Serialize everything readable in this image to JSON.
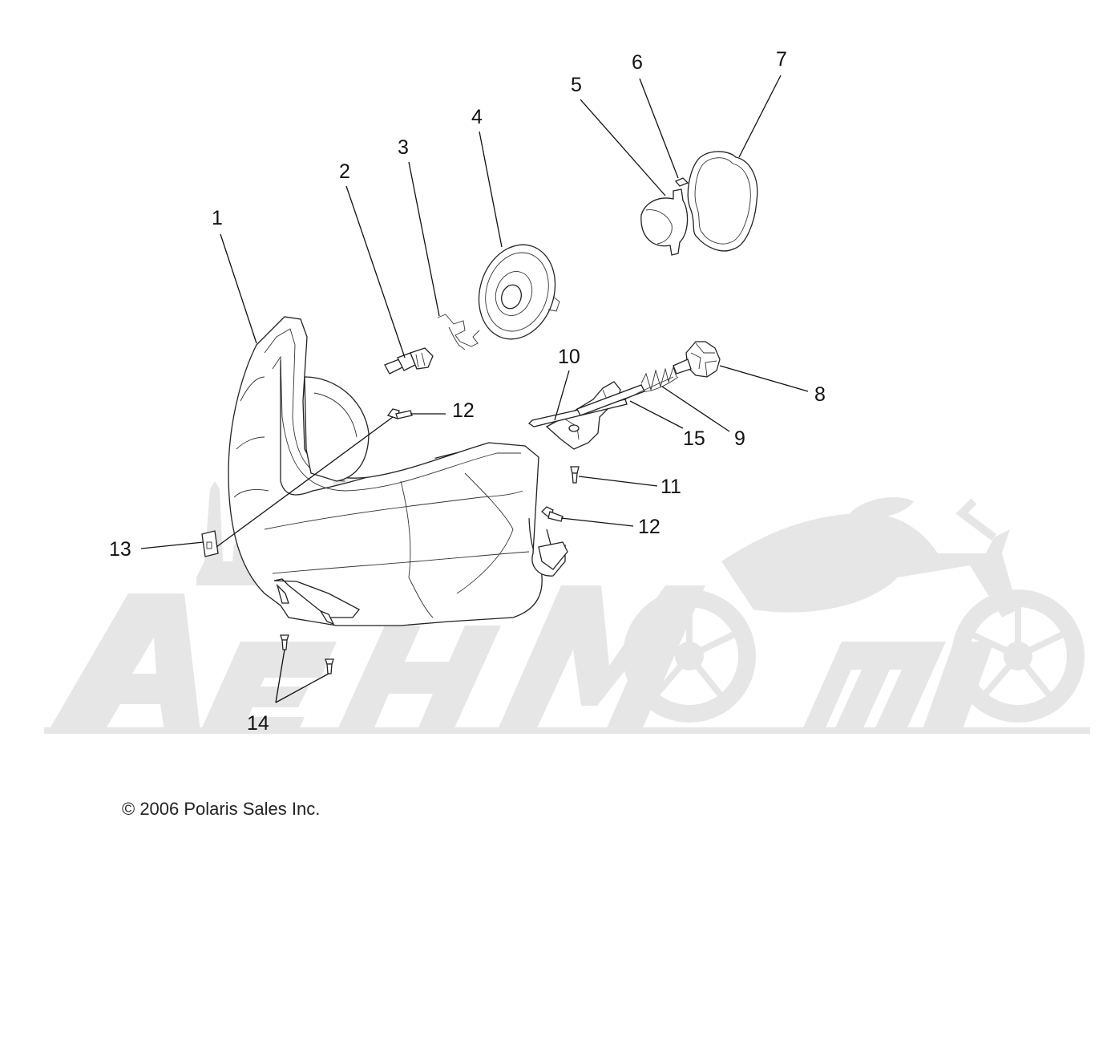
{
  "watermark": {
    "text": "АВТОМОТО"
  },
  "callouts": {
    "c1": "1",
    "c2": "2",
    "c3": "3",
    "c4": "4",
    "c5": "5",
    "c6": "6",
    "c7": "7",
    "c8": "8",
    "c9": "9",
    "c10": "10",
    "c11": "11",
    "c12a": "12",
    "c12b": "12",
    "c13": "13",
    "c14": "14",
    "c15": "15"
  },
  "footer": {
    "copyright": "© 2006 Polaris Sales Inc."
  }
}
